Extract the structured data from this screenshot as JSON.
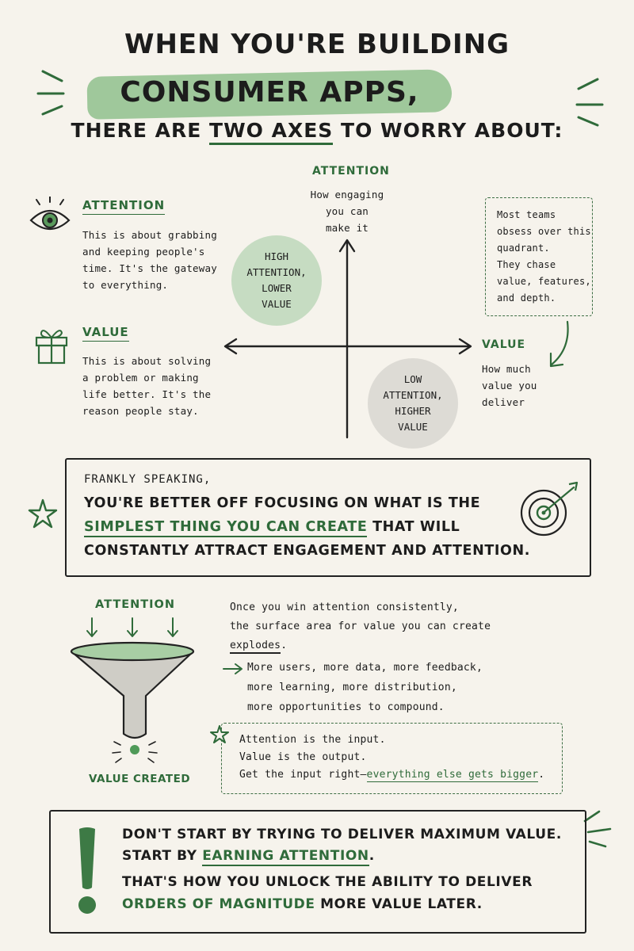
{
  "header": {
    "line1": "WHEN YOU'RE BUILDING",
    "line2": "CONSUMER APPS,",
    "line3_pre": "THERE ARE ",
    "line3_em": "TWO AXES",
    "line3_post": " TO WORRY ABOUT:"
  },
  "definitions": {
    "attention": {
      "icon": "eye-icon",
      "title": "ATTENTION",
      "lines": [
        "This is about grabbing",
        "and keeping people's",
        "time. It's the gateway",
        "to everything."
      ]
    },
    "value": {
      "icon": "gift-icon",
      "title": "VALUE",
      "lines": [
        "This is about solving",
        "a problem or making",
        "life better. It's the",
        "reason people stay."
      ]
    }
  },
  "axes": {
    "vertical": {
      "title": "ATTENTION",
      "lines": [
        "How engaging",
        "you can",
        "make it"
      ]
    },
    "horizontal": {
      "title": "VALUE",
      "lines": [
        "How much",
        "value you",
        "deliver"
      ]
    }
  },
  "quadrants": {
    "high_attention": [
      "HIGH",
      "ATTENTION,",
      "LOWER",
      "VALUE"
    ],
    "low_attention": [
      "LOW",
      "ATTENTION,",
      "HIGHER",
      "VALUE"
    ]
  },
  "note": {
    "lines": [
      "Most teams",
      "obsess over this",
      "quadrant.",
      "They chase",
      "value, features,",
      "and depth."
    ]
  },
  "frankly": {
    "intro": "FRANKLY SPEAKING,",
    "line1": "YOU'RE BETTER OFF FOCUSING ON WHAT IS THE",
    "line2_em": "SIMPLEST THING YOU CAN CREATE",
    "line2_post": " THAT WILL",
    "line3": "CONSTANTLY ATTRACT ENGAGEMENT AND ATTENTION."
  },
  "funnel": {
    "top_label": "ATTENTION",
    "bottom_label": "VALUE CREATED"
  },
  "explosion": {
    "line1": "Once you win attention consistently,",
    "line2": "the surface area for value you can create",
    "line3_em": "explodes",
    "line3_post": ".",
    "bullets": [
      "More users, more data, more feedback,",
      "more learning, more distribution,",
      "more opportunities to compound."
    ]
  },
  "io_box": {
    "line1": "Attention is the input.",
    "line2": "Value is the output.",
    "line3_pre": "Get the input right—",
    "line3_em": "everything else gets bigger",
    "line3_post": "."
  },
  "final": {
    "line1": "DON'T START BY TRYING TO DELIVER MAXIMUM VALUE.",
    "line2_pre": "START BY ",
    "line2_em": "EARNING ATTENTION",
    "line2_post": ".",
    "line3": "THAT'S HOW YOU UNLOCK THE ABILITY TO DELIVER",
    "line4_em": "ORDERS OF MAGNITUDE",
    "line4_post": " MORE VALUE LATER."
  },
  "colors": {
    "accent": "#2f6b3a",
    "highlight": "#8fbf8d",
    "background": "#f6f3ec",
    "ink": "#1c1c1c"
  }
}
